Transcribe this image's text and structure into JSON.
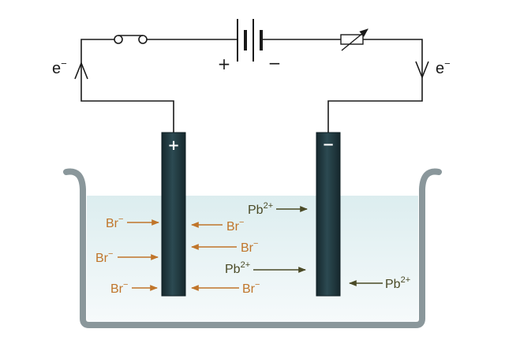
{
  "labels": {
    "electron_left": "e",
    "electron_right": "e",
    "electron_sup": "−",
    "battery_positive": "+",
    "battery_negative": "−",
    "anode_sign": "+",
    "cathode_sign": "−",
    "br": "Br",
    "br_charge": "−",
    "pb": "Pb",
    "pb_charge": "2+"
  },
  "colors": {
    "wire": "#1a1a1a",
    "electrode": "#1f3a40",
    "electrode_edge": "#0f1f24",
    "electrolyte_top": "#dcedef",
    "electrolyte_bottom": "#f6fafb",
    "beaker": "#8a979b",
    "bromide_ion": "#c0752a",
    "lead_ion": "#4a4a26"
  },
  "icons": [
    "switch-icon",
    "battery-icon",
    "variable-resistor-icon",
    "electron-flow-arrow-icon"
  ]
}
